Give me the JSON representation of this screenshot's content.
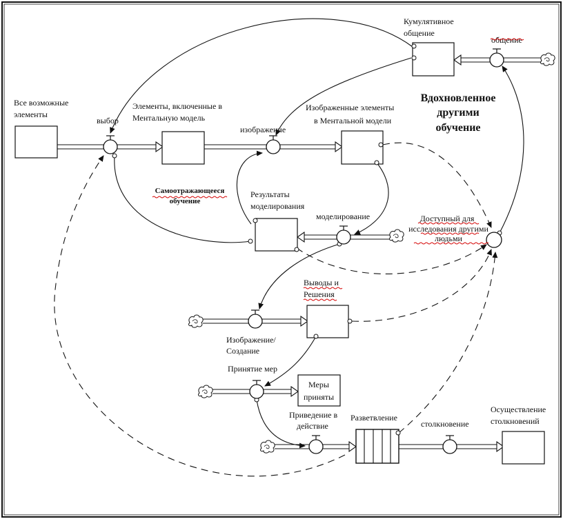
{
  "stocks": {
    "all_elements": "Все возможные элементы",
    "elements_in_model": "Элементы, включенные в Ментальную модель",
    "depicted_elements": "Изображенные элементы в Ментальной модели",
    "cumulative": "Кумулятивное общение",
    "modeling_results": "Результаты моделирования",
    "conclusions": "Выводы и Решения",
    "measures_taken": "Меры приняты",
    "implementation": "Осуществление столкновений"
  },
  "flows": {
    "choice": "выбор",
    "depiction": "изображение",
    "communication": "общение",
    "modeling": "моделирование",
    "depiction_creation": "Изображение/ Создание",
    "taking_measures": "Принятие мер",
    "putting_into_action": "Приведение в действие",
    "collision": "столкновение"
  },
  "converters": {
    "available_for_research": "Доступный для исследования другими людьми"
  },
  "conveyors": {
    "branching": "Разветвление"
  },
  "annotations": {
    "inspired_learning": "Вдохновленное другими обучение",
    "self_reflecting_learning": "Самоотражающееся обучение"
  }
}
